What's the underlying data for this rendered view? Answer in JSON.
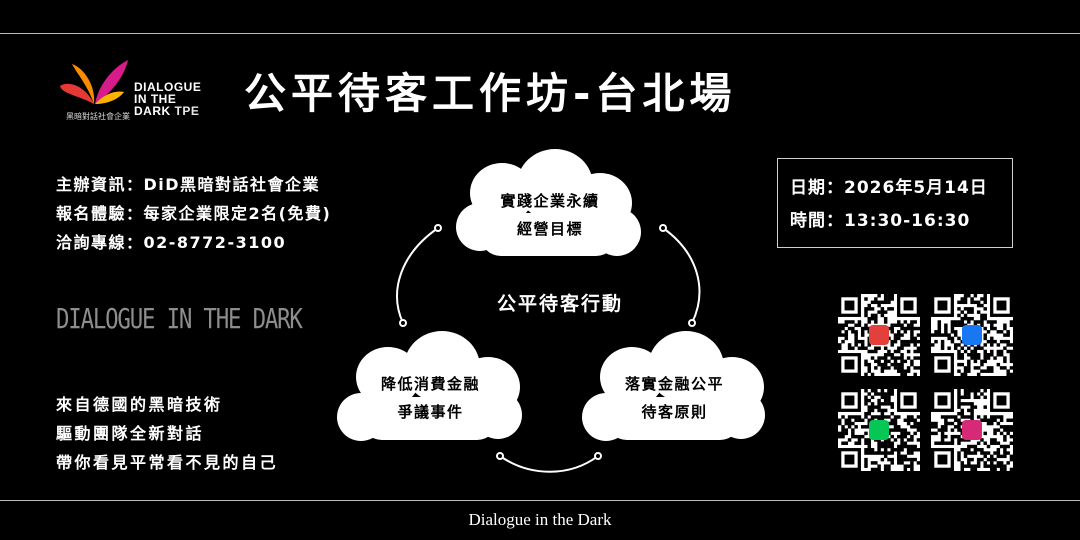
{
  "title": "公平待客工作坊-台北場",
  "logo": {
    "line1": "DIALOGUE",
    "line2": "IN THE",
    "line3": "DARK",
    "tpe": "TPE",
    "sub": "黑暗對話社會企業"
  },
  "info": [
    "主辦資訊：DiD黑暗對話社會企業",
    "報名體驗：每家企業限定2名(免費)",
    "洽詢專線：02-8772-3100"
  ],
  "brand_script": "Dialogue in the Dark",
  "slogan": [
    "來自德國的黑暗技術",
    "驅動團隊全新對話",
    "帶你看見平常看不見的自己"
  ],
  "event": {
    "date": "日期：2026年5月14日",
    "time": "時間：13:30-16:30"
  },
  "diagram": {
    "center": "公平待客行動",
    "top": [
      "實踐企業永續",
      "經營目標"
    ],
    "left": [
      "降低消費金融",
      "爭議事件"
    ],
    "right": [
      "落實金融公平",
      "待客原則"
    ]
  },
  "qr_codes": [
    {
      "icon": "dialogue-logo-icon",
      "color": "#e2403a"
    },
    {
      "icon": "facebook-icon",
      "color": "#1877f2"
    },
    {
      "icon": "line-icon",
      "color": "#06c755"
    },
    {
      "icon": "instagram-icon",
      "color": "#d62976"
    }
  ],
  "footer": "Dialogue in the Dark"
}
